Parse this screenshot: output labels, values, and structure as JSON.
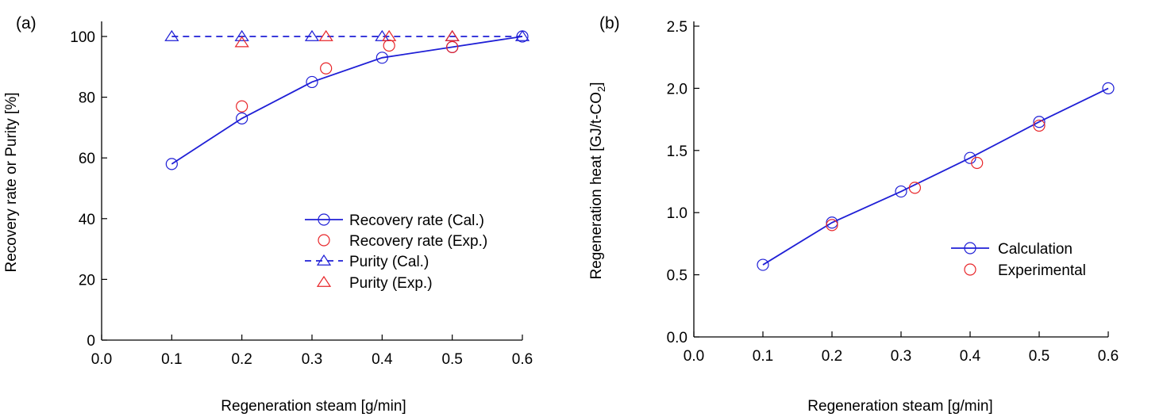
{
  "colors": {
    "calc": "#1f1fd6",
    "exp": "#e8262a",
    "axis": "#000000"
  },
  "chart_data": [
    {
      "panel_label": "(a)",
      "type": "line",
      "xlabel": "Regeneration steam [g/min]",
      "ylabel": "Recovery rate or Purity [%]",
      "xlim": [
        0.0,
        0.6
      ],
      "ylim": [
        0,
        100
      ],
      "xticks": [
        "0.0",
        "0.1",
        "0.2",
        "0.3",
        "0.4",
        "0.5",
        "0.6"
      ],
      "yticks": [
        "0",
        "20",
        "40",
        "60",
        "80",
        "100"
      ],
      "grid": false,
      "legend_position": "lower-right",
      "series": [
        {
          "name": "Recovery rate (Cal.)",
          "marker": "circle",
          "color": "calc",
          "line": "solid",
          "x": [
            0.1,
            0.2,
            0.3,
            0.4,
            0.5,
            0.6
          ],
          "y": [
            58,
            73,
            85,
            93,
            96.5,
            100
          ]
        },
        {
          "name": "Recovery rate (Exp.)",
          "marker": "circle",
          "color": "exp",
          "line": "none",
          "x": [
            0.2,
            0.32,
            0.41,
            0.5
          ],
          "y": [
            77,
            89.5,
            97,
            96.5
          ]
        },
        {
          "name": "Purity (Cal.)",
          "marker": "triangle",
          "color": "calc",
          "line": "dashed",
          "x": [
            0.1,
            0.2,
            0.3,
            0.4,
            0.5,
            0.6
          ],
          "y": [
            100,
            100,
            100,
            100,
            100,
            100
          ]
        },
        {
          "name": "Purity (Exp.)",
          "marker": "triangle",
          "color": "exp",
          "line": "none",
          "x": [
            0.2,
            0.32,
            0.41,
            0.5
          ],
          "y": [
            98,
            100,
            100,
            100
          ]
        }
      ]
    },
    {
      "panel_label": "(b)",
      "type": "line",
      "xlabel": "Regeneration steam [g/min]",
      "ylabel_main": "Regeneration heat [GJ/t-CO",
      "ylabel_sub": "2",
      "ylabel_end": "]",
      "xlim": [
        0.0,
        0.6
      ],
      "ylim": [
        0.0,
        2.5
      ],
      "xticks": [
        "0.0",
        "0.1",
        "0.2",
        "0.3",
        "0.4",
        "0.5",
        "0.6"
      ],
      "yticks": [
        "0.0",
        "0.5",
        "1.0",
        "1.5",
        "2.0",
        "2.5"
      ],
      "grid": false,
      "legend_position": "lower-right",
      "series": [
        {
          "name": "Calculation",
          "marker": "circle",
          "color": "calc",
          "line": "solid",
          "x": [
            0.1,
            0.2,
            0.3,
            0.4,
            0.5,
            0.6
          ],
          "y": [
            0.58,
            0.92,
            1.17,
            1.44,
            1.73,
            2.0
          ]
        },
        {
          "name": "Experimental",
          "marker": "circle",
          "color": "exp",
          "line": "none",
          "x": [
            0.2,
            0.32,
            0.41,
            0.5
          ],
          "y": [
            0.9,
            1.2,
            1.4,
            1.7
          ]
        }
      ]
    }
  ]
}
